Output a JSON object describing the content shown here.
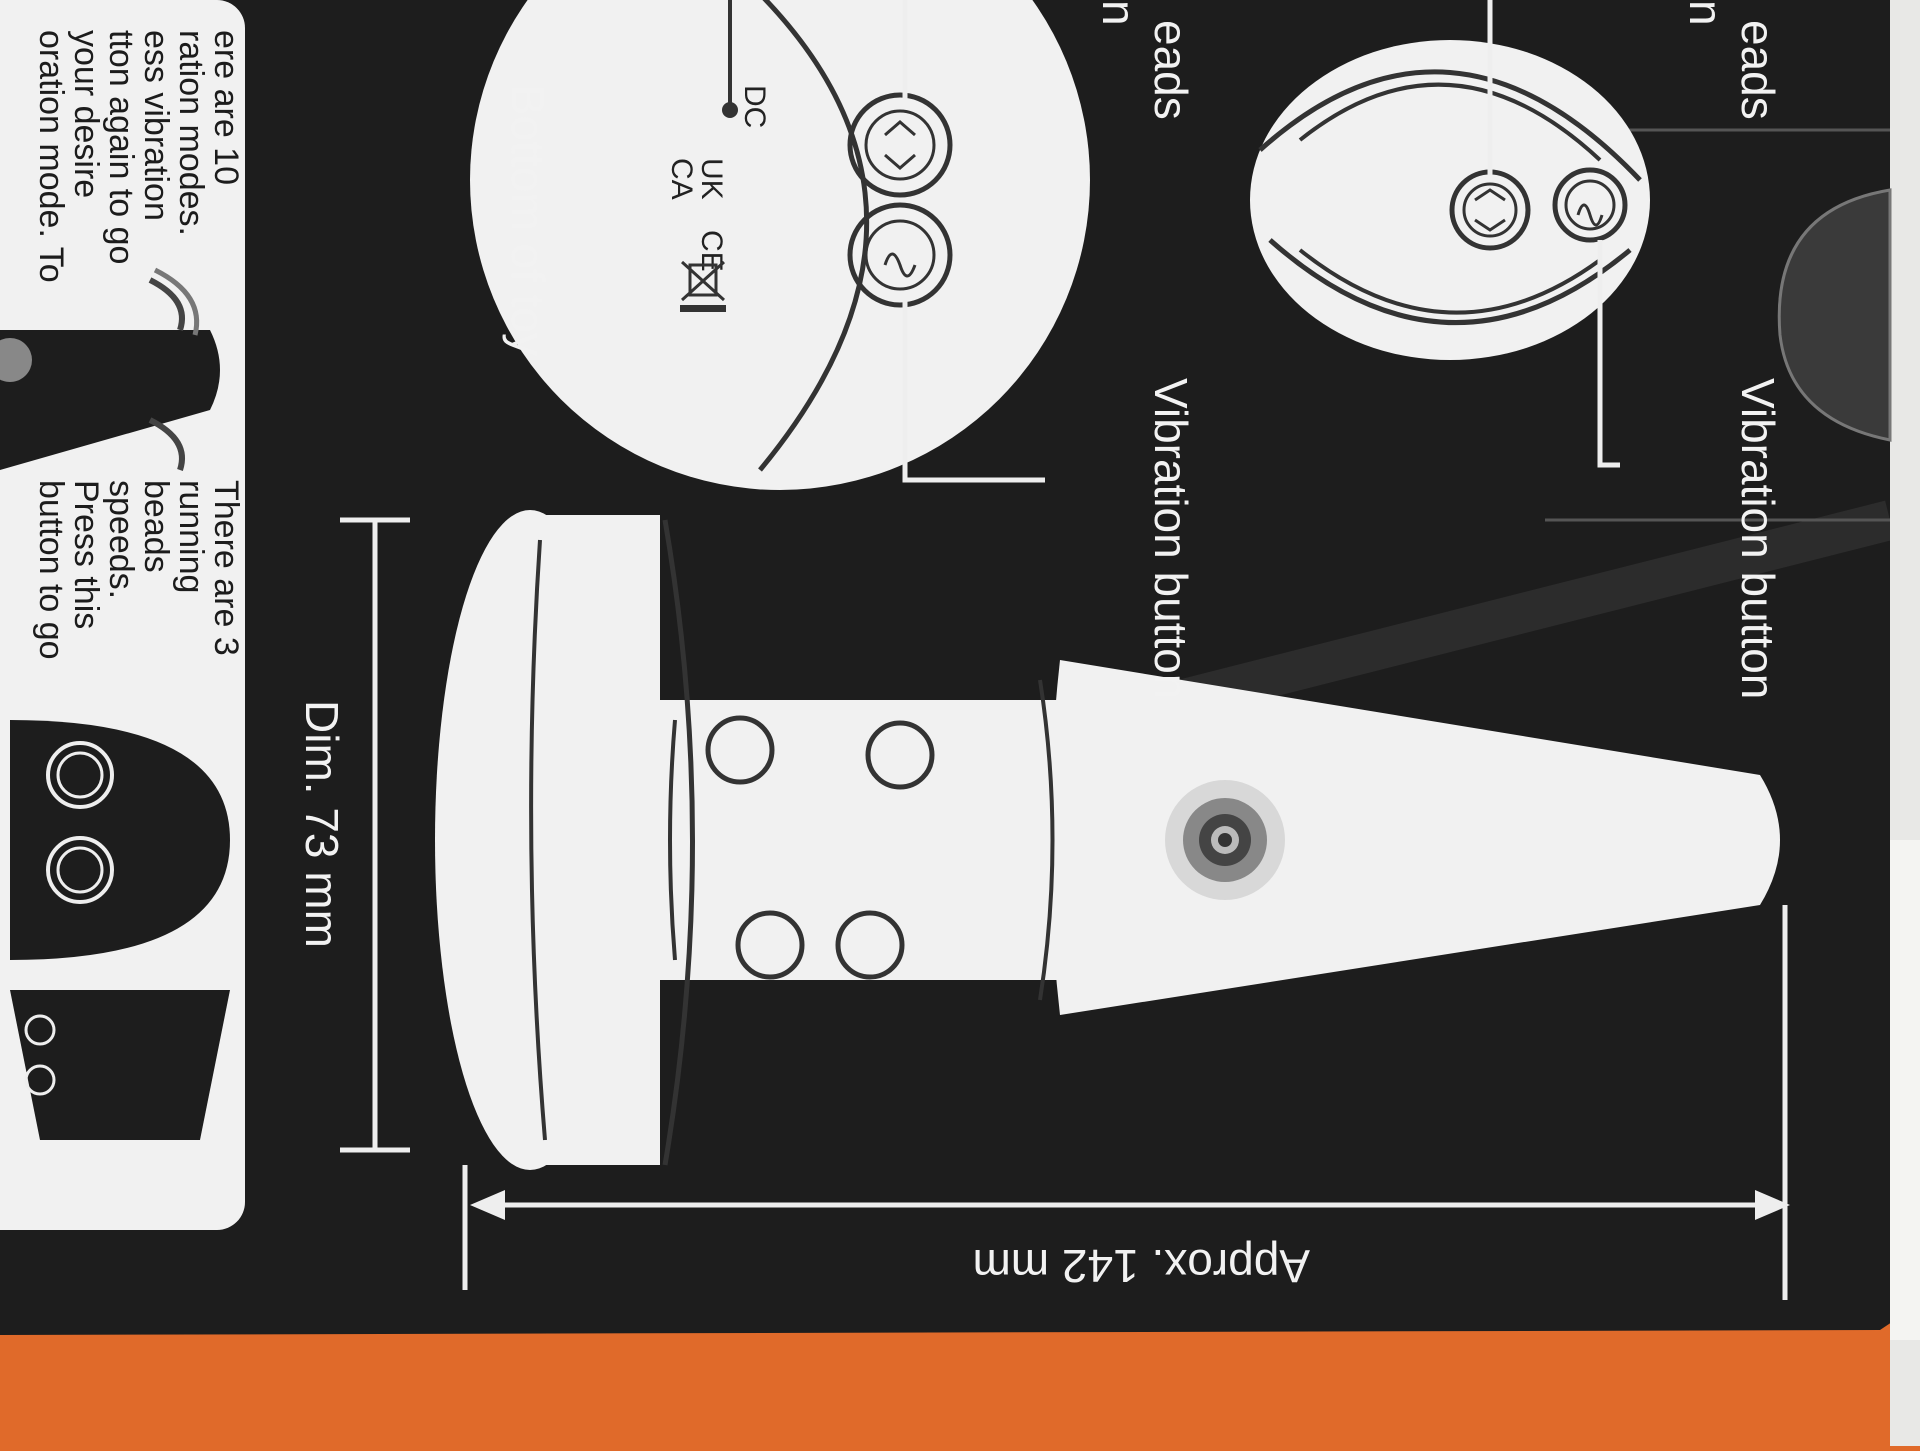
{
  "labels": {
    "vibration_button_top": "Vibration button",
    "vibration_button_mid": "Vibration button",
    "running_beads_top": "eads",
    "running_beads_top2": "n",
    "running_beads_mid": "eads",
    "running_beads_mid2": "n",
    "bottom_of_toy": "Bottom of toy",
    "dimension_width": "Dim. 73 mm",
    "dimension_length": "Approx. 142 mm",
    "bottom_marks": [
      "DC",
      "UK",
      "CA",
      "CE"
    ]
  },
  "panel": {
    "col1": [
      "ere are 10",
      "ration modes.",
      "ess vibration",
      "tton again to go",
      "your desire",
      "oration mode. To"
    ],
    "col2": [
      "There are 3",
      "running",
      "beads",
      "speeds.",
      "Press this",
      "button to go"
    ]
  },
  "colors": {
    "background_dark": "#1d1d1d",
    "illustration_white": "#f1f1f1",
    "orange_box": "#e06a2a"
  }
}
